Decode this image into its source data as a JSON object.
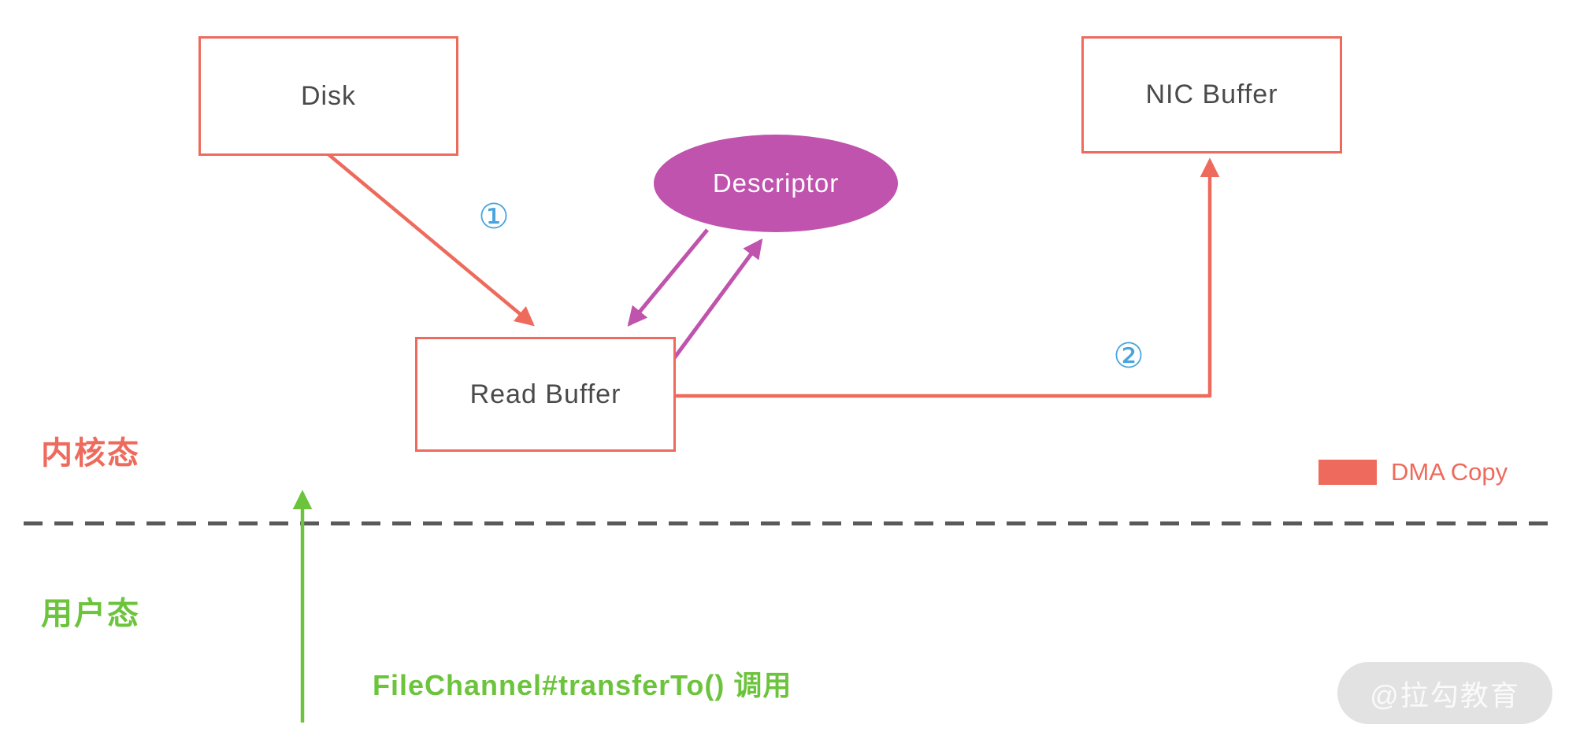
{
  "colors": {
    "dma_red": "#ee6a5c",
    "descriptor_purple": "#bf53ad",
    "user_green": "#6cc43c",
    "step_blue": "#47a4de",
    "divider_gray": "#595959"
  },
  "nodes": {
    "disk": {
      "label": "Disk"
    },
    "nic_buffer": {
      "label": "NIC Buffer"
    },
    "read_buffer": {
      "label": "Read Buffer"
    },
    "descriptor": {
      "label": "Descriptor"
    }
  },
  "steps": {
    "step1": "①",
    "step2": "②"
  },
  "zones": {
    "kernel": "内核态",
    "user": "用户态"
  },
  "caption": {
    "call": "FileChannel#transferTo() 调用"
  },
  "legend": {
    "dma": "DMA Copy"
  },
  "watermark": "@拉勾教育"
}
